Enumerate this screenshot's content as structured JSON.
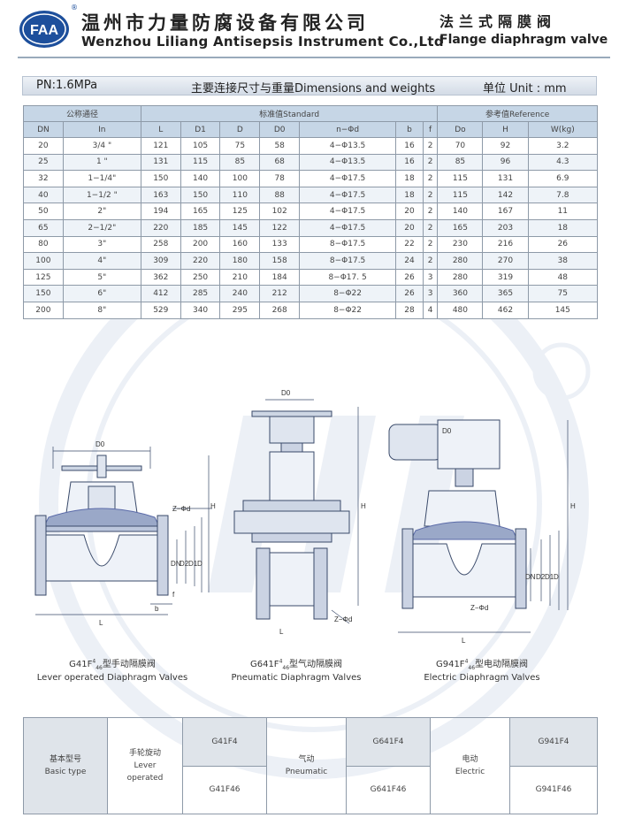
{
  "header": {
    "logo_text": "FAA",
    "reg_mark": "®",
    "company_cn": "温州市力量防腐设备有限公司",
    "company_en": "Wenzhou Liliang Antisepsis Instrument Co.,Ltd",
    "product_cn": "法兰式隔膜阀",
    "product_en": "Flange diaphragm valve"
  },
  "title_bar": {
    "pn": "PN:1.6MPa",
    "title": "主要连接尺寸与重量Dimensions and weights",
    "unit": "单位 Unit : mm"
  },
  "spec_table": {
    "group_headers": [
      "公称通径",
      "标准值Standard",
      "参考值Reference"
    ],
    "columns": [
      "DN",
      "In",
      "L",
      "D1",
      "D",
      "D0",
      "n−Φd",
      "b",
      "f",
      "Do",
      "H",
      "W(kg)"
    ],
    "rows": [
      [
        "20",
        "3/4 \"",
        "121",
        "105",
        "75",
        "58",
        "4−Φ13.5",
        "16",
        "2",
        "70",
        "92",
        "3.2"
      ],
      [
        "25",
        "1 \"",
        "131",
        "115",
        "85",
        "68",
        "4−Φ13.5",
        "16",
        "2",
        "85",
        "96",
        "4.3"
      ],
      [
        "32",
        "1−1/4\"",
        "150",
        "140",
        "100",
        "78",
        "4−Φ17.5",
        "18",
        "2",
        "115",
        "131",
        "6.9"
      ],
      [
        "40",
        "1−1/2 \"",
        "163",
        "150",
        "110",
        "88",
        "4−Φ17.5",
        "18",
        "2",
        "115",
        "142",
        "7.8"
      ],
      [
        "50",
        "2\"",
        "194",
        "165",
        "125",
        "102",
        "4−Φ17.5",
        "20",
        "2",
        "140",
        "167",
        "11"
      ],
      [
        "65",
        "2−1/2\"",
        "220",
        "185",
        "145",
        "122",
        "4−Φ17.5",
        "20",
        "2",
        "165",
        "203",
        "18"
      ],
      [
        "80",
        "3\"",
        "258",
        "200",
        "160",
        "133",
        "8−Φ17.5",
        "22",
        "2",
        "230",
        "216",
        "26"
      ],
      [
        "100",
        "4\"",
        "309",
        "220",
        "180",
        "158",
        "8−Φ17.5",
        "24",
        "2",
        "280",
        "270",
        "38"
      ],
      [
        "125",
        "5\"",
        "362",
        "250",
        "210",
        "184",
        "8−Φ17. 5",
        "26",
        "3",
        "280",
        "319",
        "48"
      ],
      [
        "150",
        "6\"",
        "412",
        "285",
        "240",
        "212",
        "8−Φ22",
        "26",
        "3",
        "360",
        "365",
        "75"
      ],
      [
        "200",
        "8\"",
        "529",
        "340",
        "295",
        "268",
        "8−Φ22",
        "28",
        "4",
        "480",
        "462",
        "145"
      ]
    ]
  },
  "drawing_labels": {
    "D0": "D0",
    "H": "H",
    "L": "L",
    "b": "b",
    "f": "f",
    "DN": "DN",
    "D2": "D2",
    "D1": "D1",
    "D": "D",
    "zphid": "Z−Φd"
  },
  "captions": [
    {
      "cn_pre": "G41F",
      "sup": "4",
      "sub": "46",
      "cn_post": "型手动隔膜阀",
      "en": "Lever operated Diaphragm Valves"
    },
    {
      "cn_pre": "G641F",
      "sup": "4",
      "sub": "46",
      "cn_post": "型气动隔膜阀",
      "en": "Pneumatic Diaphragm Valves"
    },
    {
      "cn_pre": "G941F",
      "sup": "4",
      "sub": "46",
      "cn_post": "型电动隔膜阀",
      "en": "Electric Diaphragm Valves"
    }
  ],
  "type_table": {
    "basic_type_cn": "基本型号",
    "basic_type_en": "Basic type",
    "lever_cn": "手轮旋动",
    "lever_en_1": "Lever",
    "lever_en_2": "operated",
    "lever_models": [
      "G41F4",
      "G41F46"
    ],
    "pneumatic_cn": "气动",
    "pneumatic_en": "Pneumatic",
    "pneumatic_models": [
      "G641F4",
      "G641F46"
    ],
    "electric_cn": "电动",
    "electric_en": "Electric",
    "electric_models": [
      "G941F4",
      "G941F46"
    ]
  },
  "colors": {
    "brand_blue": "#1d4f9c",
    "table_header": "#c6d6e6",
    "line_gray": "#8e9aa8"
  }
}
